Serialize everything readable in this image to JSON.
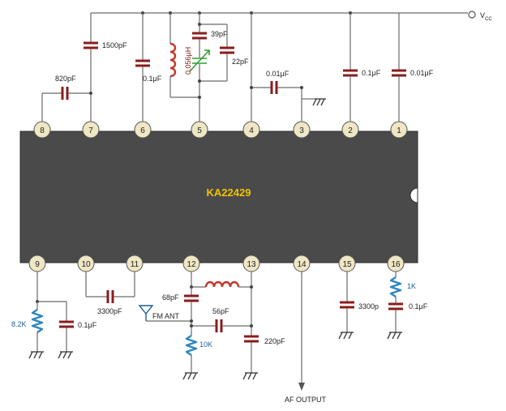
{
  "chip": {
    "name": "KA22429",
    "body_color": "#4a4a4a",
    "top_pins": [
      "8",
      "7",
      "6",
      "5",
      "4",
      "3",
      "2",
      "1"
    ],
    "bottom_pins": [
      "9",
      "10",
      "11",
      "12",
      "13",
      "14",
      "15",
      "16"
    ]
  },
  "supply": {
    "label": "V",
    "subscript": "CC"
  },
  "components": {
    "c_1500pF": "1500pF",
    "c_820pF": "820pF",
    "c_pin6": "0.1μF",
    "l_pin5": "0.056μH",
    "c_39pF": "39pF",
    "c_22pF": "22pF",
    "c_pin4": "0.01μF",
    "c_pin2": "0.1μF",
    "c_pin1": "0.01μF",
    "r_pin9": "8.2K",
    "c_pin9": "0.1μF",
    "c_3300pF": "3300pF",
    "c_68pF": "68pF",
    "ant_label": "FM ANT",
    "c_56pF": "56pF",
    "r_10K": "10K",
    "c_220pF": "220pF",
    "c_pin15": "3300p",
    "r_pin16": "1K",
    "c_pin16": "0.1μF"
  },
  "output": {
    "label": "AF OUTPUT"
  },
  "colors": {
    "capacitor": "#8a1c1c",
    "inductor": "#c0392b",
    "resistor": "#2e86c1",
    "chip_label": "#f2c200",
    "pin_fill": "#efe6c4"
  }
}
